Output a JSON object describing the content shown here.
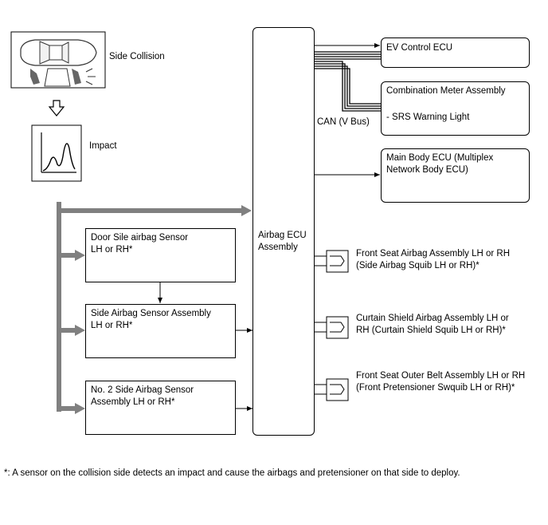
{
  "inputs": {
    "side_collision": "Side Collision",
    "impact": "Impact"
  },
  "ecu": {
    "title": "Airbag ECU\nAssembly"
  },
  "sensors": {
    "door": "Door Sile airbag Sensor\nLH or RH*",
    "side": "Side Airbag Sensor Assembly\nLH or RH*",
    "no2": "No. 2 Side Airbag Sensor\nAssembly LH or RH*"
  },
  "outputs": {
    "ev_ecu": "EV Control ECU",
    "combination_meter": "Combination Meter Assembly",
    "srs_light": "- SRS Warning Light",
    "can_label": "CAN (V Bus)",
    "main_body": "Main Body ECU (Multiplex\nNetwork Body ECU)"
  },
  "squibs": {
    "front_seat": "Front Seat Airbag Assembly LH or RH\n(Side Airbag Squib LH or RH)*",
    "curtain": "Curtain Shield Airbag Assembly LH or\nRH (Curtain Shield Squib LH or RH)*",
    "belt": "Front Seat Outer Belt Assembly LH or RH\n(Front Pretensioner Swquib LH or RH)*"
  },
  "footnote": "*: A sensor on the collision side detects an impact and cause the airbags and pretensioner on that side to deploy.",
  "colors": {
    "thick_arrow": "#808080",
    "line": "#000000"
  }
}
